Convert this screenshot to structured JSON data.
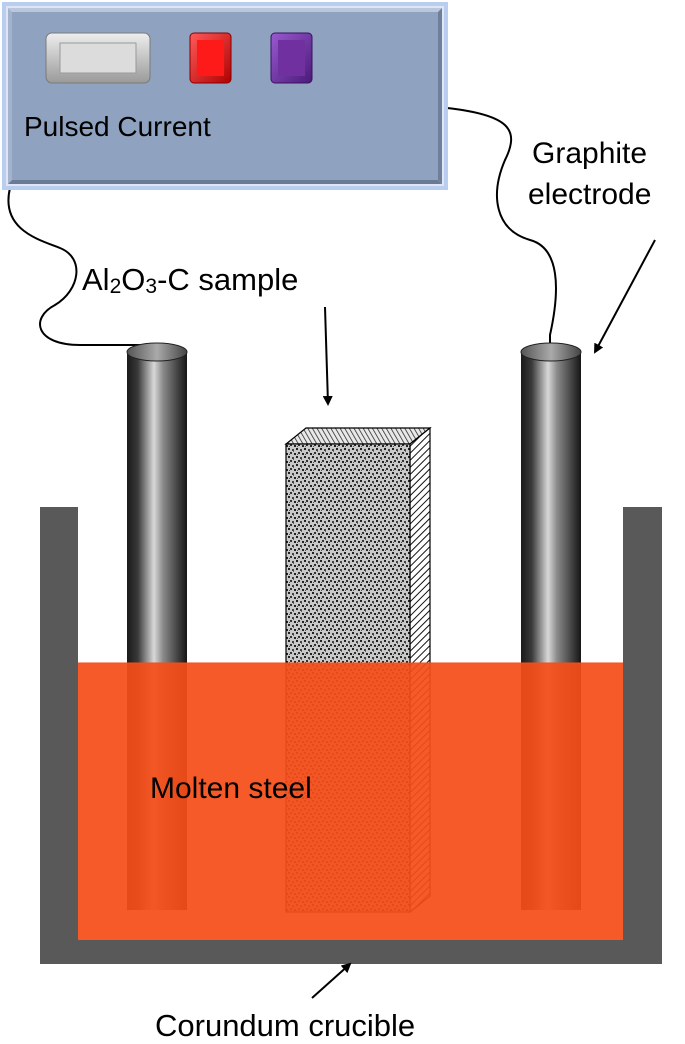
{
  "power_supply": {
    "label": "Pulsed Current"
  },
  "labels": {
    "graphite_line1": "Graphite",
    "graphite_line2": "electrode",
    "sample_prefix": "Al",
    "sample_sub1": "2",
    "sample_mid": "O",
    "sample_sub2": "3",
    "sample_suffix": "-C sample",
    "molten": "Molten steel",
    "crucible": "Corundum crucible"
  },
  "colors": {
    "box_fill": "#8fa2c0",
    "box_border": "#a7c1ec",
    "button_grey": "#c8c8c8",
    "button_red": "#ff0000",
    "button_purple": "#7030a0",
    "crucible": "#595959",
    "molten_steel": "#f54d18",
    "electrode_dark": "#1c1c1c"
  },
  "icons": {
    "grey_button": "grey-rect-button-icon",
    "red_button": "red-button-icon",
    "purple_button": "purple-button-icon"
  }
}
